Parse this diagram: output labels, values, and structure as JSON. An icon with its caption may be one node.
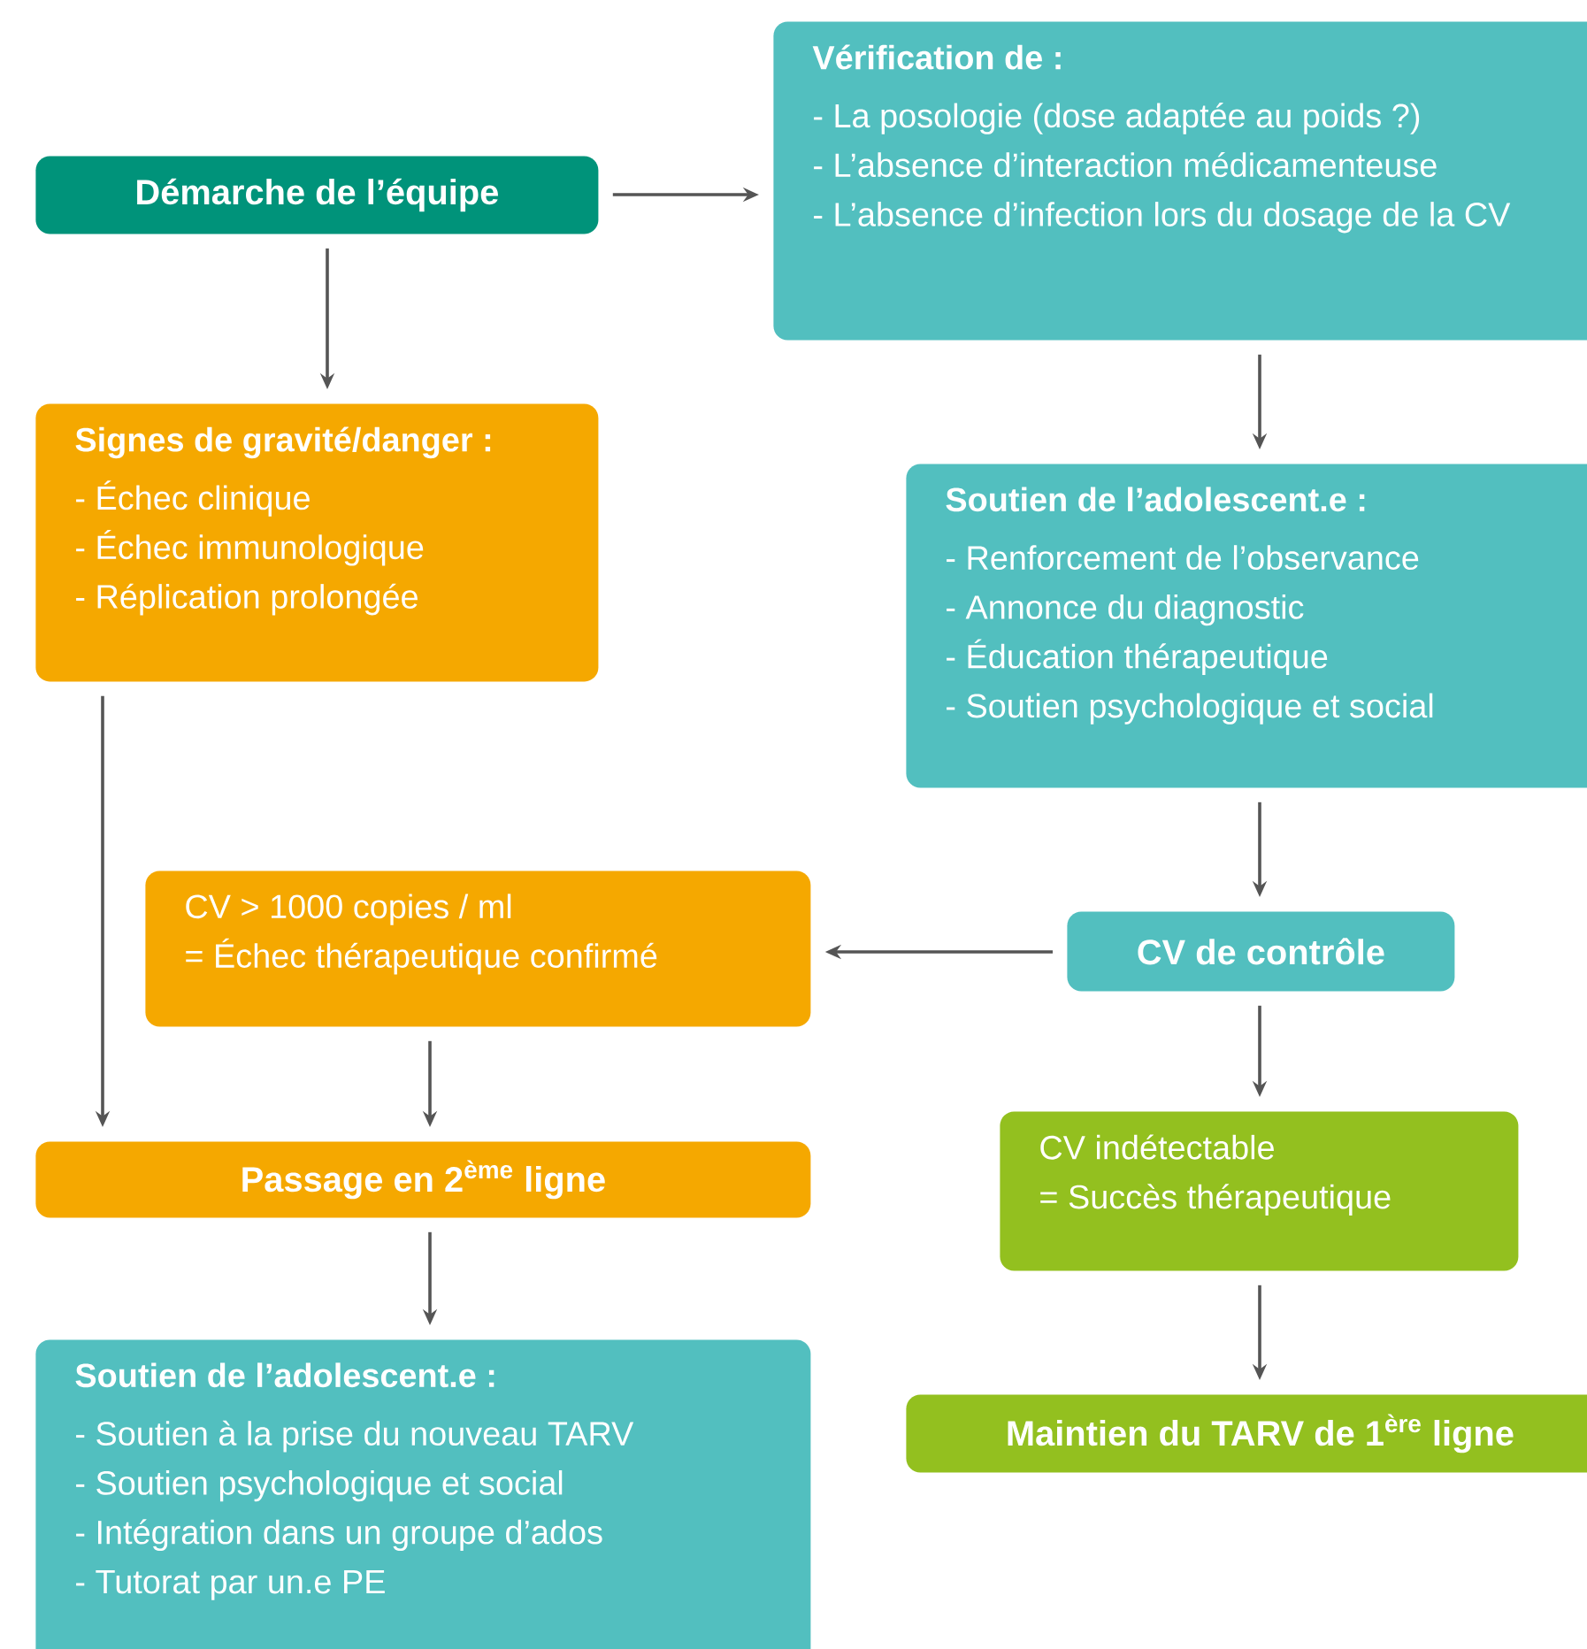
{
  "diagram": {
    "nodes": [
      {
        "text": [
          "Démarche de l’équipe"
        ]
      },
      {
        "text": [
          "Vérification de :",
          "- La posologie (dose adaptée au poids ?)",
          "- L’absence d’interaction médicamenteuse",
          "- L’absence d’infection lors du dosage de la CV"
        ]
      },
      {
        "text": [
          "Signes de gravité/danger :",
          "- Échec clinique",
          "- Échec immunologique",
          "- Réplication prolongée"
        ]
      },
      {
        "text": [
          "Soutien de l’adolescent.e :",
          "- Renforcement de l’observance",
          "- Annonce du diagnostic",
          "- Éducation thérapeutique",
          "- Soutien psychologique et social"
        ]
      },
      {
        "text": [
          "CV > 1000 copies / ml",
          "= Échec thérapeutique confirmé"
        ]
      },
      {
        "text": [
          "CV de contrôle"
        ]
      },
      {
        "text": [
          "Passage en 2$^{ème}$ ligne"
        ]
      },
      {
        "text": [
          "CV indétectable",
          "= Succès thérapeutique"
        ]
      },
      {
        "text": [
          "Soutien de l’adolescent.e :",
          "- Soutien à la prise du nouveau TARV",
          "- Soutien psychologique et social",
          "- Intégration dans un groupe d’ados",
          "- Tutorat par un.e PE"
        ]
      },
      {
        "text": [
          "Maintien du TARV de 1$^{ère}$ ligne"
        ]
      }
    ],
    "edges": [
      {
        "from": 0,
        "to": 1,
        "arrow": "to"
      },
      {
        "from": 0,
        "to": 2,
        "arrow": "to"
      },
      {
        "from": 1,
        "to": 3,
        "arrow": "to"
      },
      {
        "from": 2,
        "to": 6,
        "arrow": "to"
      },
      {
        "from": 3,
        "to": 5,
        "arrow": "to"
      },
      {
        "from": 5,
        "to": 4,
        "arrow": "to"
      },
      {
        "from": 4,
        "to": 6,
        "arrow": "to"
      },
      {
        "from": 6,
        "to": 8,
        "arrow": "to"
      },
      {
        "from": 5,
        "to": 7,
        "arrow": "to"
      },
      {
        "from": 7,
        "to": 9,
        "arrow": "to"
      }
    ]
  }
}
